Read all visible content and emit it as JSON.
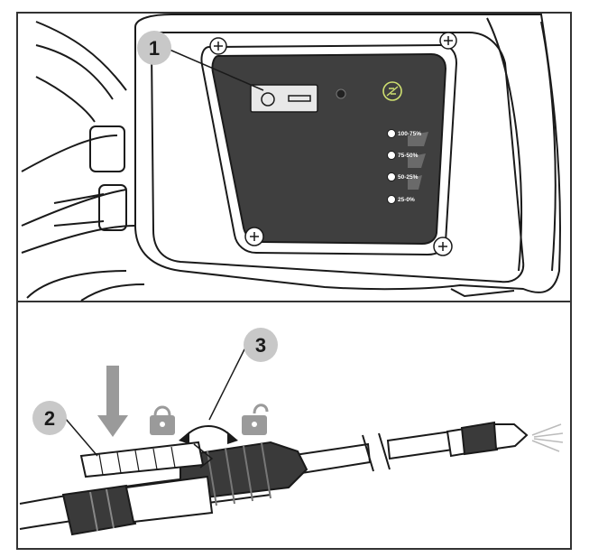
{
  "callouts": [
    {
      "number": "1",
      "target": "power switch"
    },
    {
      "number": "2",
      "target": "trigger lever"
    },
    {
      "number": "3",
      "target": "lock / unlock rotation"
    }
  ],
  "battery_levels": [
    "100-75%",
    "75-50%",
    "50-25%",
    "25-0%"
  ],
  "icons": [
    "lock-icon",
    "unlock-icon",
    "down-arrow-icon",
    "rotate-arrow-icon",
    "brand-logo-icon",
    "screw-icon"
  ],
  "colors": {
    "panel": "#3f3f3f",
    "callout_circle": "#c8c8c8",
    "arrow": "#9a9a9a",
    "outline": "#1a1a1a",
    "frame": "#333333"
  }
}
